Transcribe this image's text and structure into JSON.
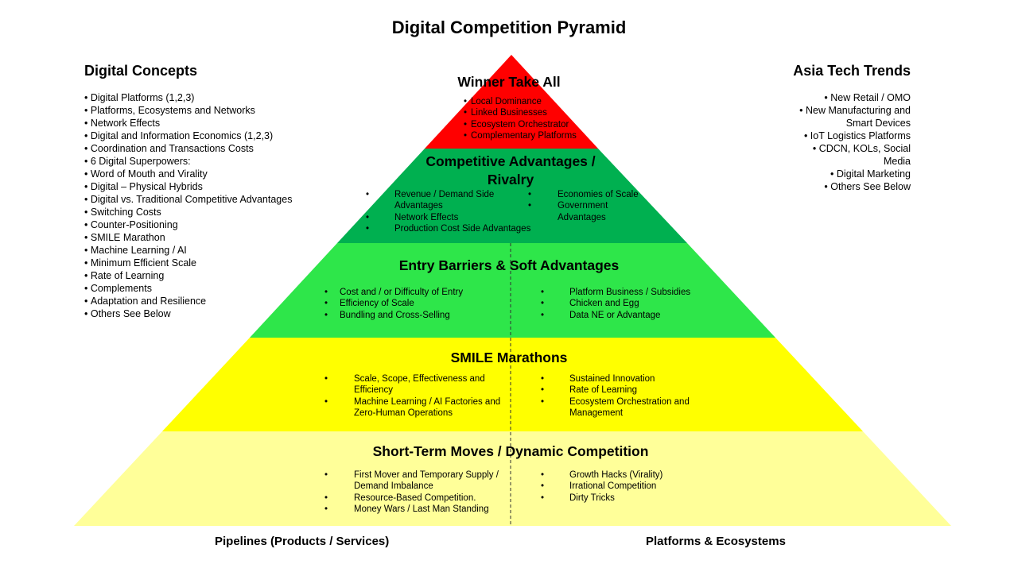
{
  "title": "Digital Competition Pyramid",
  "left_panel": {
    "heading": "Digital Concepts",
    "items": [
      "Digital Platforms (1,2,3)",
      "Platforms, Ecosystems and Networks",
      "Network Effects",
      "Digital and Information Economics (1,2,3)",
      "Coordination  and Transactions  Costs",
      "6 Digital Superpowers:",
      "Word of Mouth and Virality",
      "Digital – Physical Hybrids",
      "Digital vs. Traditional  Competitive  Advantages",
      "Switching Costs",
      "Counter-Positioning",
      "SMILE Marathon",
      "Machine Learning  / AI",
      "Minimum Efficient Scale",
      "Rate of Learning",
      "Complements",
      "Adaptation and Resilience",
      "Others See Below"
    ]
  },
  "right_panel": {
    "heading": "Asia Tech Trends",
    "items": [
      "New Retail / OMO",
      "New Manufacturing  and Smart Devices",
      "IoT Logistics Platforms",
      "CDCN,  KOLs, Social Media",
      "Digital Marketing",
      "Others See Below"
    ]
  },
  "pyramid": {
    "colors": {
      "tier1": "#ff0000",
      "tier2": "#00b050",
      "tier3": "#2ee64a",
      "tier4": "#ffff00",
      "tier5": "#ffff99"
    },
    "tier1": {
      "title": "Winner Take All",
      "items": [
        "Local Dominance",
        "Linked Businesses",
        "Ecosystem Orchestrator",
        "Complementary Platforms"
      ]
    },
    "tier2": {
      "title_line1": "Competitive Advantages /",
      "title_line2": "Rivalry",
      "left_items": [
        "Revenue / Demand Side Advantages",
        "Network Effects",
        "Production Cost Side Advantages"
      ],
      "right_items": [
        "Economies of Scale",
        "Government Advantages"
      ]
    },
    "tier3": {
      "title": "Entry Barriers & Soft Advantages",
      "left_items": [
        "Cost and / or Difficulty of Entry",
        "Efficiency of Scale",
        "Bundling and Cross-Selling"
      ],
      "right_items": [
        "Platform Business / Subsidies",
        "Chicken and Egg",
        "Data NE or Advantage"
      ]
    },
    "tier4": {
      "title": "SMILE Marathons",
      "left_items": [
        "Scale, Scope, Effectiveness and Efficiency",
        "Machine Learning / AI Factories and Zero-Human Operations"
      ],
      "right_items": [
        "Sustained Innovation",
        "Rate of Learning",
        "Ecosystem Orchestration and Management"
      ]
    },
    "tier5": {
      "title": "Short-Term Moves / Dynamic Competition",
      "left_items": [
        "First Mover and Temporary Supply / Demand Imbalance",
        "Resource-Based Competition.",
        "Money Wars / Last Man Standing"
      ],
      "right_items": [
        "Growth Hacks (Virality)",
        "Irrational Competition",
        "Dirty Tricks"
      ]
    }
  },
  "footer": {
    "left": "Pipelines (Products / Services)",
    "right": "Platforms & Ecosystems"
  }
}
